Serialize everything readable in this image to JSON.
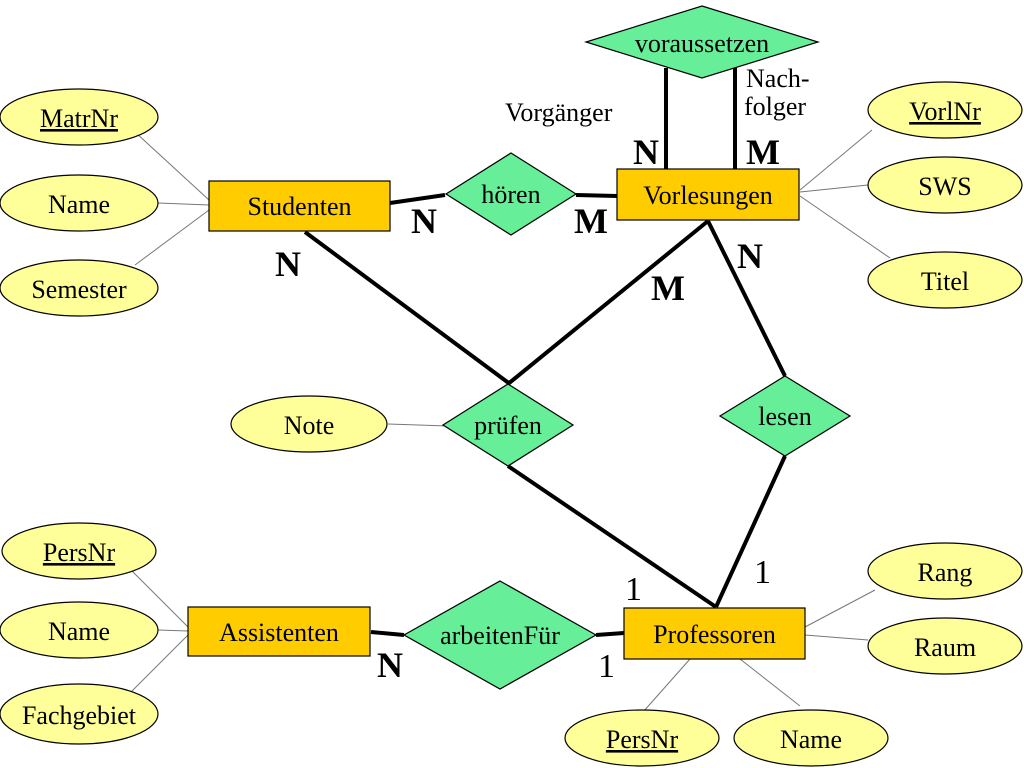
{
  "entities": [
    {
      "id": "studenten",
      "label": "Studenten"
    },
    {
      "id": "vorlesungen",
      "label": "Vorlesungen"
    },
    {
      "id": "assistenten",
      "label": "Assistenten"
    },
    {
      "id": "professoren",
      "label": "Professoren"
    }
  ],
  "relationships": [
    {
      "id": "voraussetzen",
      "label": "voraussetzen"
    },
    {
      "id": "hoeren",
      "label": "hören"
    },
    {
      "id": "pruefen",
      "label": "prüfen"
    },
    {
      "id": "lesen",
      "label": "lesen"
    },
    {
      "id": "arbeitenfuer",
      "label": "arbeitenFür"
    }
  ],
  "attributes": [
    {
      "id": "stud-matrnr",
      "label": "MatrNr",
      "key": true
    },
    {
      "id": "stud-name",
      "label": "Name",
      "key": false
    },
    {
      "id": "stud-semester",
      "label": "Semester",
      "key": false
    },
    {
      "id": "vorl-vorlnr",
      "label": "VorlNr",
      "key": true
    },
    {
      "id": "vorl-sws",
      "label": "SWS",
      "key": false
    },
    {
      "id": "vorl-titel",
      "label": "Titel",
      "key": false
    },
    {
      "id": "pruef-note",
      "label": "Note",
      "key": false
    },
    {
      "id": "ass-persnr",
      "label": "PersNr",
      "key": true
    },
    {
      "id": "ass-name",
      "label": "Name",
      "key": false
    },
    {
      "id": "ass-fachgebiet",
      "label": "Fachgebiet",
      "key": false
    },
    {
      "id": "prof-rang",
      "label": "Rang",
      "key": false
    },
    {
      "id": "prof-raum",
      "label": "Raum",
      "key": false
    },
    {
      "id": "prof-persnr",
      "label": "PersNr",
      "key": true
    },
    {
      "id": "prof-name",
      "label": "Name",
      "key": false
    }
  ],
  "roles": {
    "vorgaenger": "Vorgänger",
    "nachfolger_line1": "Nach-",
    "nachfolger_line2": "folger"
  },
  "cardinalities": {
    "voraussetzen_vorgaenger": "N",
    "voraussetzen_nachfolger": "M",
    "hoeren_studenten": "N",
    "hoeren_vorlesungen": "M",
    "pruefen_studenten": "N",
    "pruefen_vorlesungen": "M",
    "lesen_vorlesungen": "N",
    "lesen_professoren": "1",
    "pruefen_professoren": "1",
    "arbeitenfuer_assistenten": "N",
    "arbeitenfuer_professoren": "1"
  },
  "colors": {
    "entity_fill": "#ffcc00",
    "relationship_fill": "#66ee99",
    "attribute_fill": "#ffff99"
  }
}
